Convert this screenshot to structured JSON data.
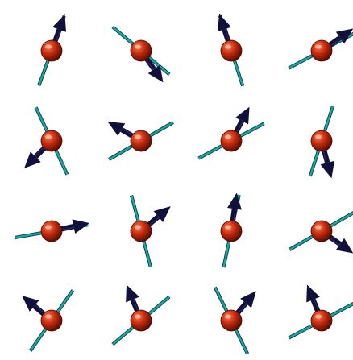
{
  "figure": {
    "subject": "spin-lattice",
    "colors": {
      "background": "#ffffff",
      "axis_rod": "#1aa6a6",
      "axis_rod_outline": "#0b3b3b",
      "arrow": "#10103a",
      "arrow_highlight": "#3a3a80",
      "sphere_light": "#ff7a4a",
      "sphere_mid": "#c22a10",
      "sphere_dark": "#4a0a00"
    },
    "grid": {
      "rows": 4,
      "cols": 4
    },
    "sites": [
      {
        "row": 0,
        "col": 0,
        "rod_angle_deg": 70,
        "spin_angle_deg": 70
      },
      {
        "row": 0,
        "col": 1,
        "rod_angle_deg": -40,
        "spin_angle_deg": -55
      },
      {
        "row": 0,
        "col": 2,
        "rod_angle_deg": 108,
        "spin_angle_deg": 108
      },
      {
        "row": 0,
        "col": 3,
        "rod_angle_deg": 28,
        "spin_angle_deg": 35
      },
      {
        "row": 1,
        "col": 0,
        "rod_angle_deg": 115,
        "spin_angle_deg": -135
      },
      {
        "row": 1,
        "col": 1,
        "rod_angle_deg": 30,
        "spin_angle_deg": 150
      },
      {
        "row": 1,
        "col": 2,
        "rod_angle_deg": 28,
        "spin_angle_deg": 62
      },
      {
        "row": 1,
        "col": 3,
        "rod_angle_deg": 72,
        "spin_angle_deg": -75
      },
      {
        "row": 2,
        "col": 0,
        "rod_angle_deg": 10,
        "spin_angle_deg": 12
      },
      {
        "row": 2,
        "col": 1,
        "rod_angle_deg": 105,
        "spin_angle_deg": 40
      },
      {
        "row": 2,
        "col": 2,
        "rod_angle_deg": 78,
        "spin_angle_deg": 82
      },
      {
        "row": 2,
        "col": 3,
        "rod_angle_deg": 30,
        "spin_angle_deg": -35
      },
      {
        "row": 3,
        "col": 0,
        "rod_angle_deg": 55,
        "spin_angle_deg": 140
      },
      {
        "row": 3,
        "col": 1,
        "rod_angle_deg": 40,
        "spin_angle_deg": 112
      },
      {
        "row": 3,
        "col": 2,
        "rod_angle_deg": 116,
        "spin_angle_deg": 50
      },
      {
        "row": 3,
        "col": 3,
        "rod_angle_deg": 28,
        "spin_angle_deg": 112
      }
    ]
  }
}
